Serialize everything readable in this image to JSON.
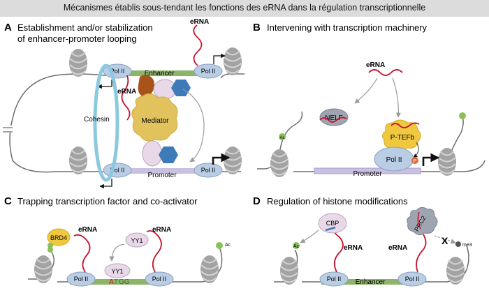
{
  "title": "Mécanismes établis sous-tendant les fonctions des eRNA dans la régulation transcriptionnelle",
  "panels": {
    "a": {
      "letter": "A",
      "heading_line1": "Establishment and/or stabilization",
      "heading_line2": "of enhancer-promoter looping",
      "erna_top": "eRNA",
      "erna_mid": "eRNA",
      "enhancer": "Enhancer",
      "promoter": "Promoter",
      "pol_ii": "Pol II",
      "cohesin": "Cohesin",
      "mediator": "Mediator"
    },
    "b": {
      "letter": "B",
      "heading": "Intervening with transcription machinery",
      "erna": "eRNA",
      "nelf": "NELF",
      "ptefb": "P-TEFb",
      "pol_ii": "Pol II",
      "p_mark": "P",
      "promoter": "Promoter",
      "ac": "Ac"
    },
    "c": {
      "letter": "C",
      "heading": "Trapping transcription factor and co-activator",
      "brd4": "BRD4",
      "erna1": "eRNA",
      "yy1_top": "YY1",
      "erna2": "eRNA",
      "yy1_bound": "YY1",
      "motif_a": "A",
      "motif_t": "T",
      "motif_gg": "GG",
      "pol_ii": "Pol II",
      "ac": "Ac"
    },
    "d": {
      "letter": "D",
      "heading": "Regulation of histone modifications",
      "cbp": "CBP",
      "prc2": "PRC2",
      "erna1": "eRNA",
      "erna2": "eRNA",
      "ac": "Ac",
      "x_mark": "X",
      "me3": "me3",
      "pol_ii": "Pol II",
      "enhancer": "Enhancer"
    }
  },
  "colors": {
    "erna_red": "#c8102e",
    "pol_ii_fill": "#b9cde5",
    "enhancer_green": "#8db56a",
    "promoter_lavender": "#c9c0e2",
    "mediator_yellow": "#e2c25c",
    "cohesin_blue": "#8cc8e0",
    "hexagon_blue": "#3d7ab8",
    "histone_gray": "#a8a8a8"
  }
}
